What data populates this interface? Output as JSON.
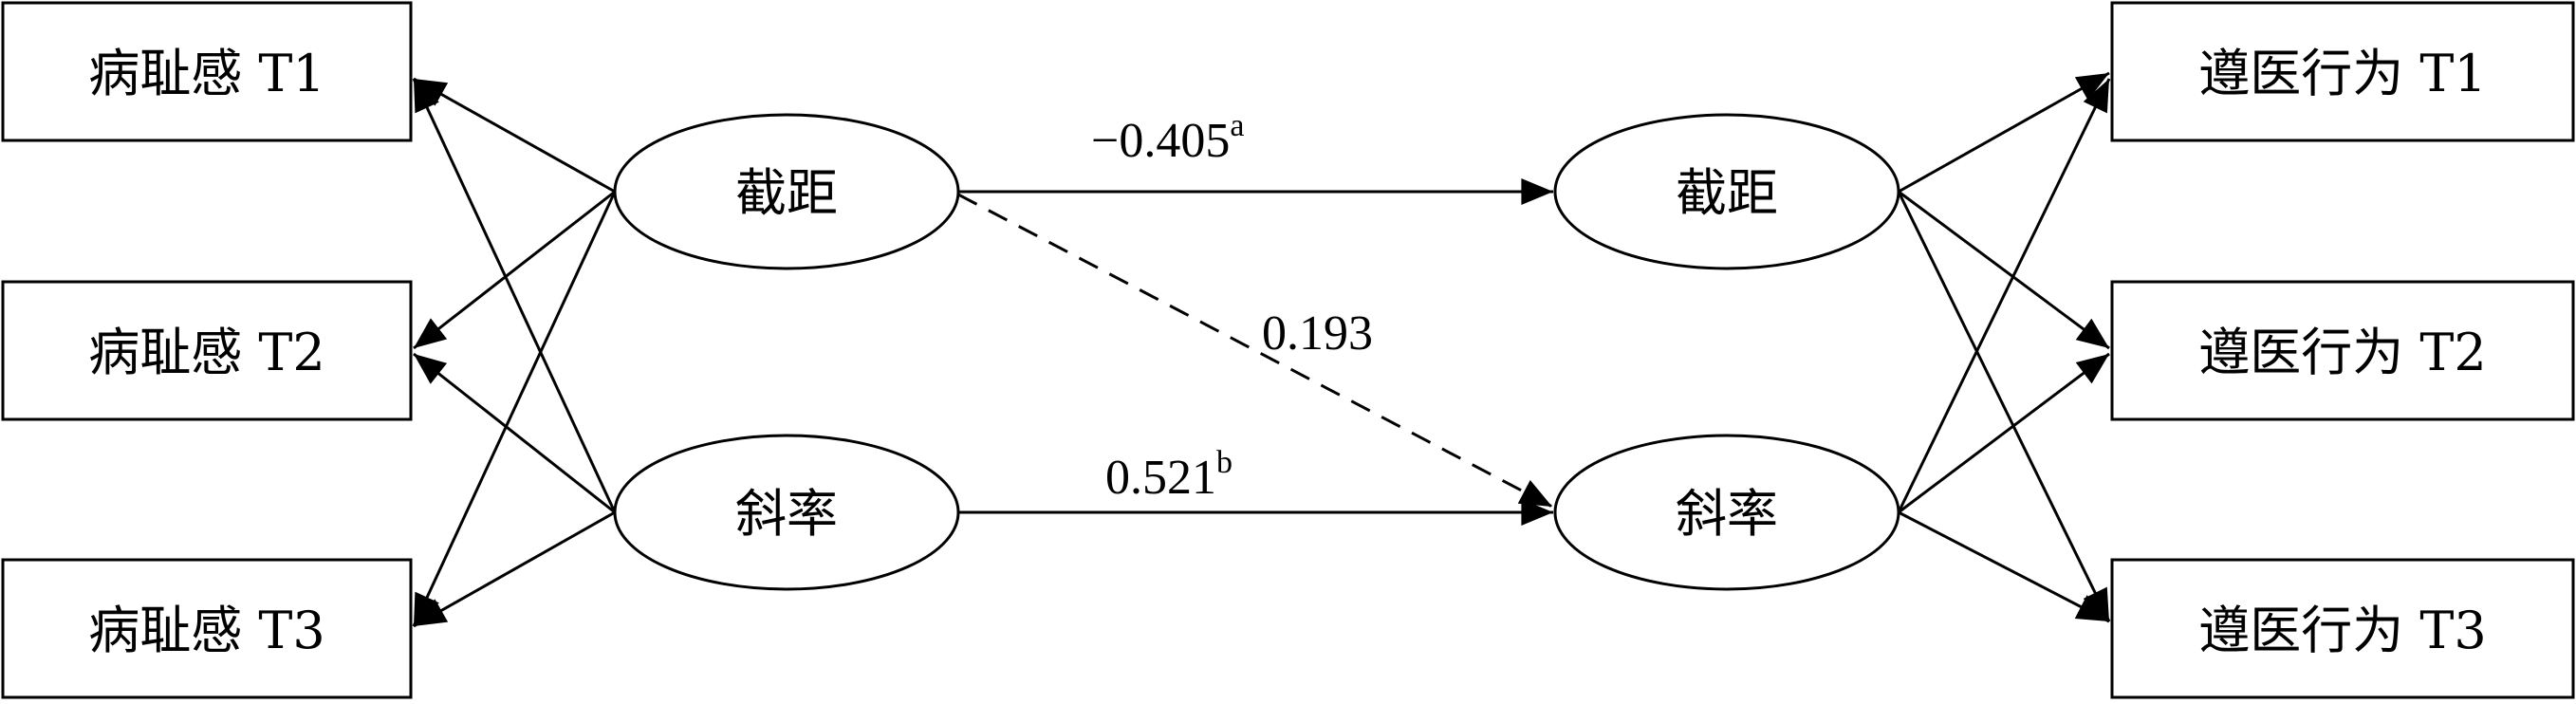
{
  "left_indicators": [
    "病耻感 T1",
    "病耻感 T2",
    "病耻感 T3"
  ],
  "right_indicators": [
    "遵医行为 T1",
    "遵医行为 T2",
    "遵医行为 T3"
  ],
  "left_factors": {
    "intercept": "截距",
    "slope": "斜率"
  },
  "right_factors": {
    "intercept": "截距",
    "slope": "斜率"
  },
  "paths": {
    "intercept_to_intercept": {
      "value": "−0.405",
      "sup": "a"
    },
    "intercept_to_slope": {
      "value": "0.193",
      "sup": ""
    },
    "slope_to_slope": {
      "value": "0.521",
      "sup": "b"
    }
  }
}
